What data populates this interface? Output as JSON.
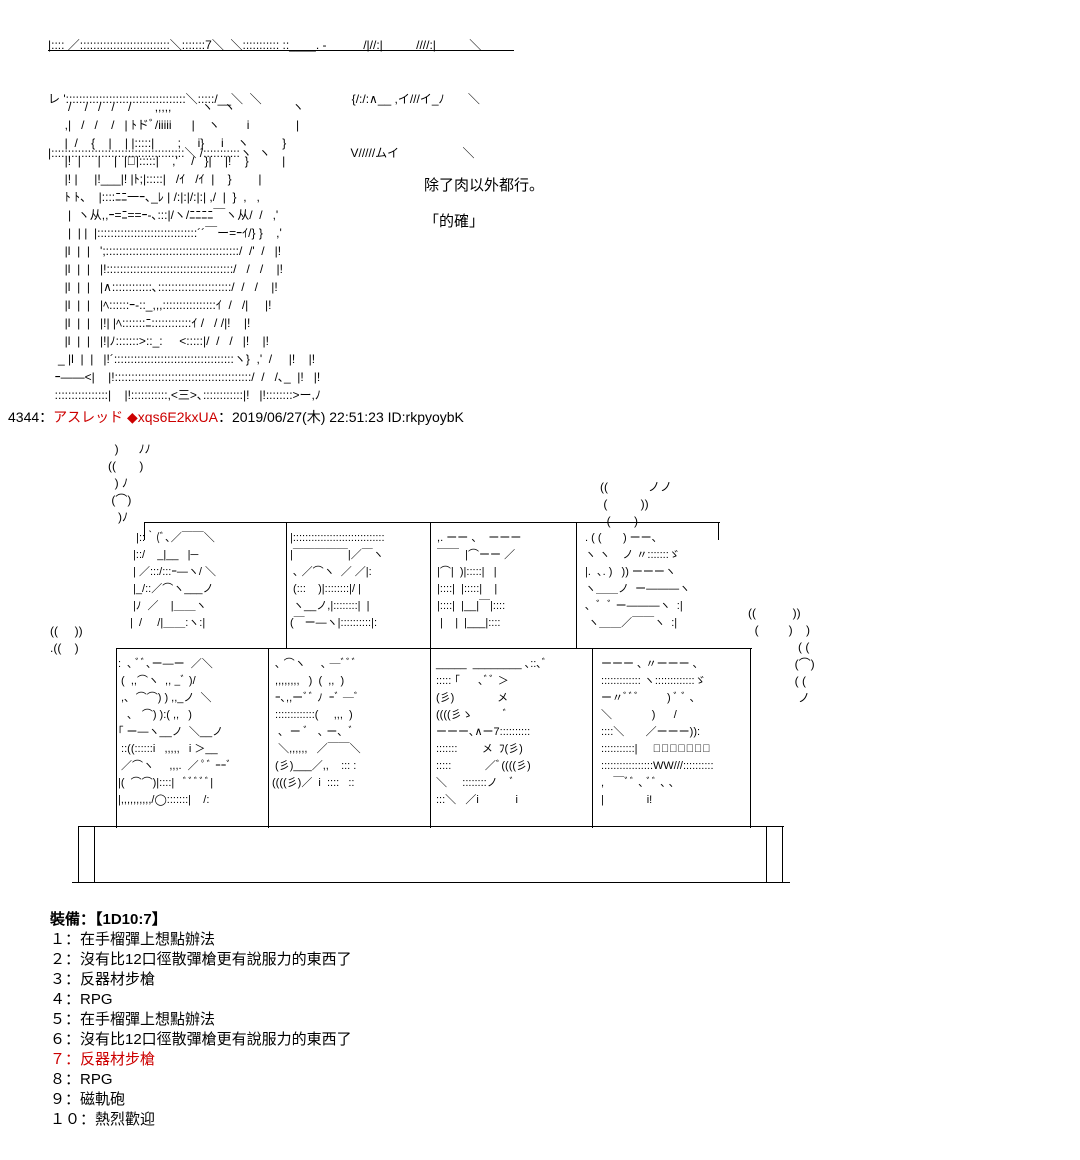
{
  "top_art": {
    "line1": "|:::: ／:::::::::::::::::::::::::::＼:::::::7＼  ＼::::::::::: ::____. -           /|//:|          ////:|          ＼",
    "line2": "レ '::::::::::::::::::::::::::::::::::::＼:::::/__＼  ＼                           {/:/:∧__ ,イ///イ_ﾉ       ＼",
    "line3": "|::::::::::::::::::::::::::::::::::::::::＼ /:::::::::::ヽ  ヽ                        V/////ムイ                   ＼"
  },
  "face_art": [
    "",
    "      /    /   /   /    /       ,,,,,         ヽ   ヽ                 ヽ",
    "     ,|   /   /    /   | ﾄドﾞ/iiiii      |    ヽ        i              |",
    "     |  /    {    |    | |:::::|       ;     i}     i    ヽ          }",
    "     |!  |     |    |  |ﾞ|:::::|    ,'    /   }|    |!    }          |",
    "     |! |     |!___|! |ﾄ;|:::::|   /ｲ   /ｲ  |    }        |",
    "     ﾄ ﾄ、  |::::ﾆﾆ一ｰ､_ﾚ | /:|:|/:|:| ,/  |  }  ,   ,",
    "      |  ヽ从,,ｰ=ﾆ==ｰ-､:::|/ヽ/ﾆﾆﾆﾆ￣ヽ从/  /   ,'",
    "      |  | |  |::::::::::::::::::::::::::::::´´￣ー=ｰｲ/} }    ,'",
    "     |l  |  |   ';::::::::::::::::::::::::::::::::::::::::/  /'  /   |!",
    "     |l  |  |   |!::::::::::::::::::::::::::::::::::::::/   /   /    |!",
    "     |l  |  |   |∧::::::::::::､::::::::::::::::::::::/  /   /    |!",
    "     |l  |  |   |ﾍ::::::ｰ-::_,,,::::::::::::::::ｲ  /   /|     |!",
    "     |l  |  |   |!| |ﾍ:::::::ﾆ::::::::::::ｲ /   / /|!    |!",
    "     |l  |  |   |!|ﾉ:::::::>::_:     <:::::|/  /   /   |!    |!",
    "   _ |l  |  |   |!´::::::::::::::::::::::::::::::::::::ヽ}  ,'  /     |!    |!",
    "  ｰ――<|    |!:::::::::::::::::::::::::::::::::::::::::/  /   /､_  |!   |!",
    "  ::::::::::::::::|    |!:::::::::::,<三>､::::::::::::|!   |!::::::::>ー,ﾉ"
  ],
  "speech": {
    "line1": "除了肉以外都行。",
    "line2": "「的確」"
  },
  "post": {
    "number": "4344",
    "sep": "：",
    "name": "アスレッド ◆xqs6E2kxUA",
    "date": "：2019/06/27(木) 22:51:23 ID:rkpyoybK"
  },
  "shelf_art": {
    "steam_left": [
      "                    )      ﾉﾉ",
      "                  ((       )",
      "                    ) ﾉ",
      "                   (⌒)",
      "                     )ﾉ"
    ],
    "steam_right": [
      "((            ノノ",
      " (          ))",
      "  (       )"
    ],
    "steam_far_left": [
      "((     ))",
      ".((    )"
    ],
    "steam_far_right": [
      "((           ))",
      "  (         )    )",
      "               ( (",
      "              (⌒)",
      "              ( (",
      "               ノ"
    ]
  },
  "equip": {
    "title": "裝備：【1D10:7】",
    "items": [
      "１：在手榴彈上想點辦法",
      "２：沒有比12口徑散彈槍更有說服力的東西了",
      "３：反器材步槍",
      "４：RPG",
      "５：在手榴彈上想點辦法",
      "６：沒有比12口徑散彈槍更有說服力的東西了",
      "７：反器材步槍",
      "８：RPG",
      "９：磁軌砲",
      "１０：熱烈歡迎"
    ],
    "highlight_color": "#cc0000"
  }
}
